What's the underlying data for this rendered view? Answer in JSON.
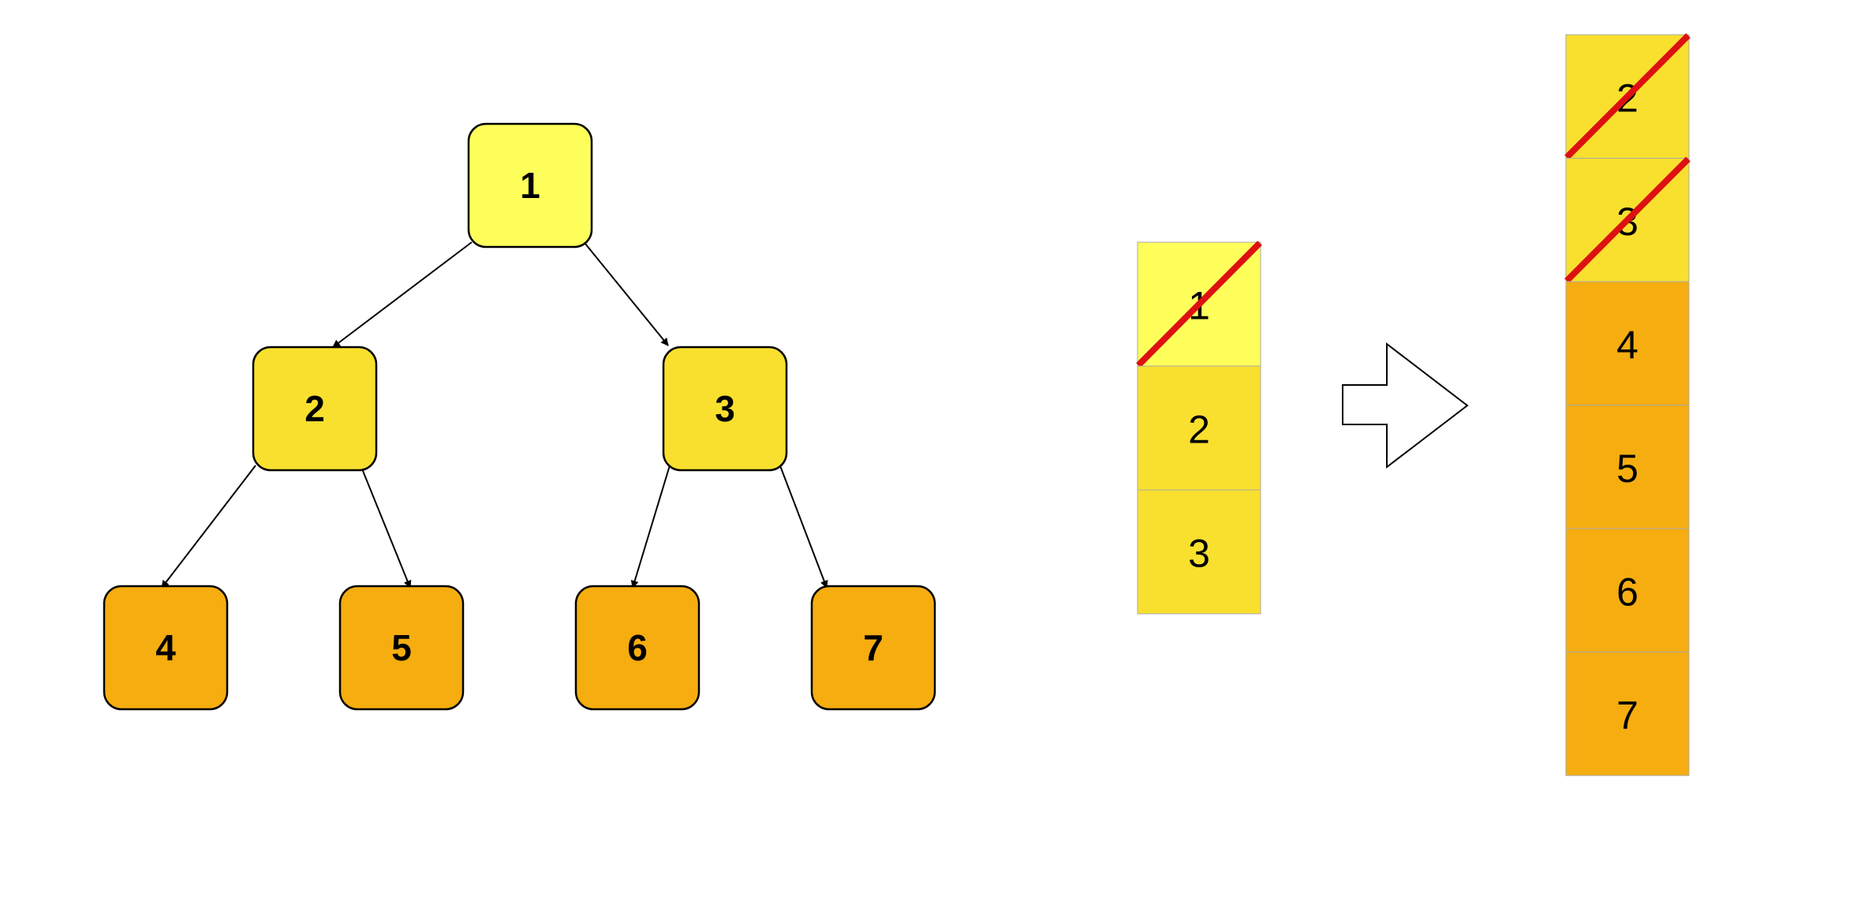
{
  "colors": {
    "level_1": "#FFFF5C",
    "level_2": "#F9E02E",
    "level_3": "#F5AD10",
    "strike": "#DD1111",
    "outline": "#000000",
    "cell_border": "#AAAAAA"
  },
  "tree": {
    "nodes": [
      {
        "label": "1",
        "level": 1
      },
      {
        "label": "2",
        "level": 2
      },
      {
        "label": "3",
        "level": 2
      },
      {
        "label": "4",
        "level": 3
      },
      {
        "label": "5",
        "level": 3
      },
      {
        "label": "6",
        "level": 3
      },
      {
        "label": "7",
        "level": 3
      }
    ],
    "edges": [
      {
        "from": "1",
        "to": "2"
      },
      {
        "from": "1",
        "to": "3"
      },
      {
        "from": "2",
        "to": "4"
      },
      {
        "from": "2",
        "to": "5"
      },
      {
        "from": "3",
        "to": "6"
      },
      {
        "from": "3",
        "to": "7"
      }
    ]
  },
  "queue_before": {
    "cells": [
      {
        "label": "1",
        "level": 1,
        "crossed_out": true
      },
      {
        "label": "2",
        "level": 2,
        "crossed_out": false
      },
      {
        "label": "3",
        "level": 2,
        "crossed_out": false
      }
    ]
  },
  "transition_arrow": {
    "icon": "right-arrow-icon"
  },
  "queue_after": {
    "cells": [
      {
        "label": "2",
        "level": 2,
        "crossed_out": true
      },
      {
        "label": "3",
        "level": 2,
        "crossed_out": true
      },
      {
        "label": "4",
        "level": 3,
        "crossed_out": false
      },
      {
        "label": "5",
        "level": 3,
        "crossed_out": false
      },
      {
        "label": "6",
        "level": 3,
        "crossed_out": false
      },
      {
        "label": "7",
        "level": 3,
        "crossed_out": false
      }
    ]
  }
}
